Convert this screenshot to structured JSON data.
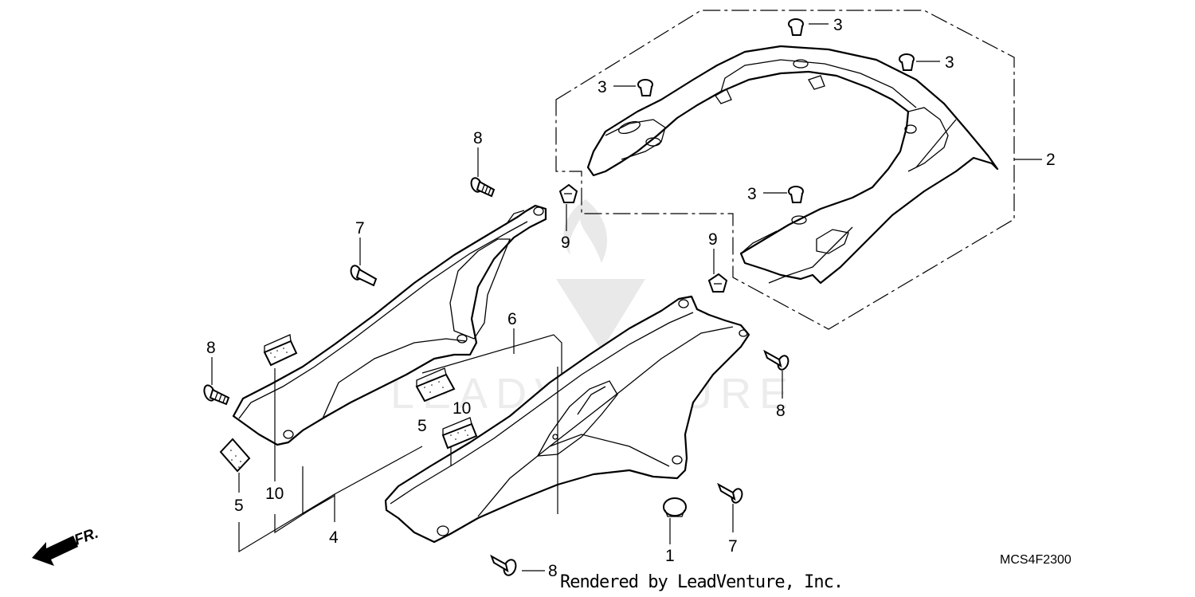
{
  "watermark": {
    "text": "LEADVENTURE"
  },
  "diagram_code": "MCS4F2300",
  "credit": "Rendered by LeadVenture, Inc.",
  "front_arrow_label": "FR.",
  "callouts": {
    "c1": "1",
    "c2": "2",
    "c3a": "3",
    "c3b": "3",
    "c3c": "3",
    "c3d": "3",
    "c4": "4",
    "c5a": "5",
    "c5b": "5",
    "c6": "6",
    "c7a": "7",
    "c7b": "7",
    "c8a": "8",
    "c8b": "8",
    "c8c": "8",
    "c8d": "8",
    "c9a": "9",
    "c9b": "9",
    "c10a": "10",
    "c10b": "10"
  }
}
